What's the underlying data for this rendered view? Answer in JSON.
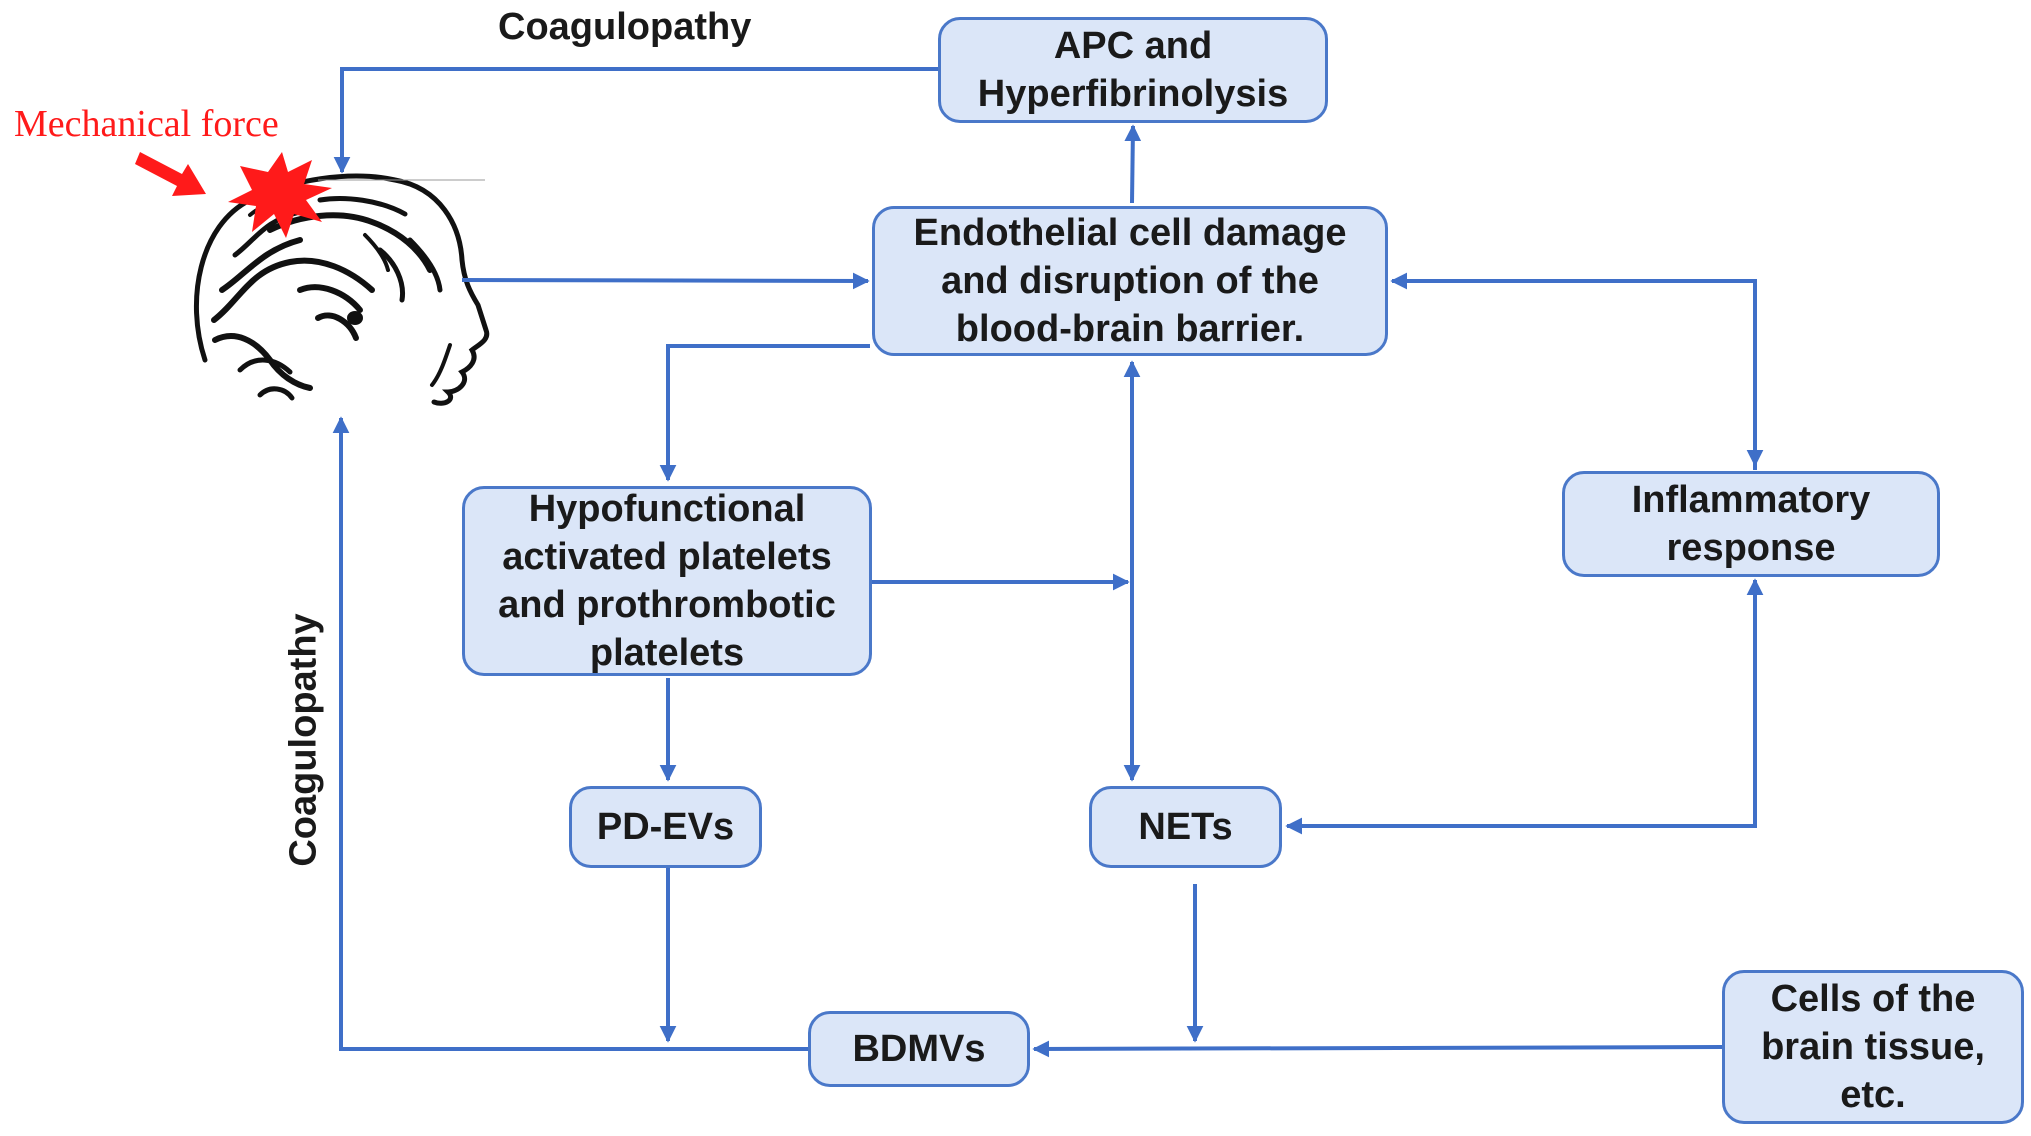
{
  "colors": {
    "arrow": "#3f6fc8",
    "box_fill": "#dbe6f8",
    "box_border": "#4a78c9",
    "burst": "#ff1a1a"
  },
  "labels": {
    "coagulopathy_top": "Coagulopathy",
    "coagulopathy_left": "Coagulopathy",
    "mechanical_force": "Mechanical force"
  },
  "nodes": {
    "apc": [
      "APC and",
      "Hyperfibrinolysis"
    ],
    "endothelial": [
      "Endothelial cell damage",
      "and disruption of the",
      "blood-brain barrier."
    ],
    "hypofunctional": [
      "Hypofunctional",
      "activated platelets",
      "and prothrombotic",
      "platelets"
    ],
    "inflammatory": [
      "Inflammatory",
      "response"
    ],
    "pdevs": "PD-EVs",
    "nets": "NETs",
    "bdmvs": "BDMVs",
    "cells": [
      "Cells of the",
      "brain tissue,",
      "etc."
    ]
  },
  "icons": {
    "head": "brain-head-icon",
    "burst": "impact-burst-icon",
    "force_arrow": "force-arrow-icon"
  }
}
